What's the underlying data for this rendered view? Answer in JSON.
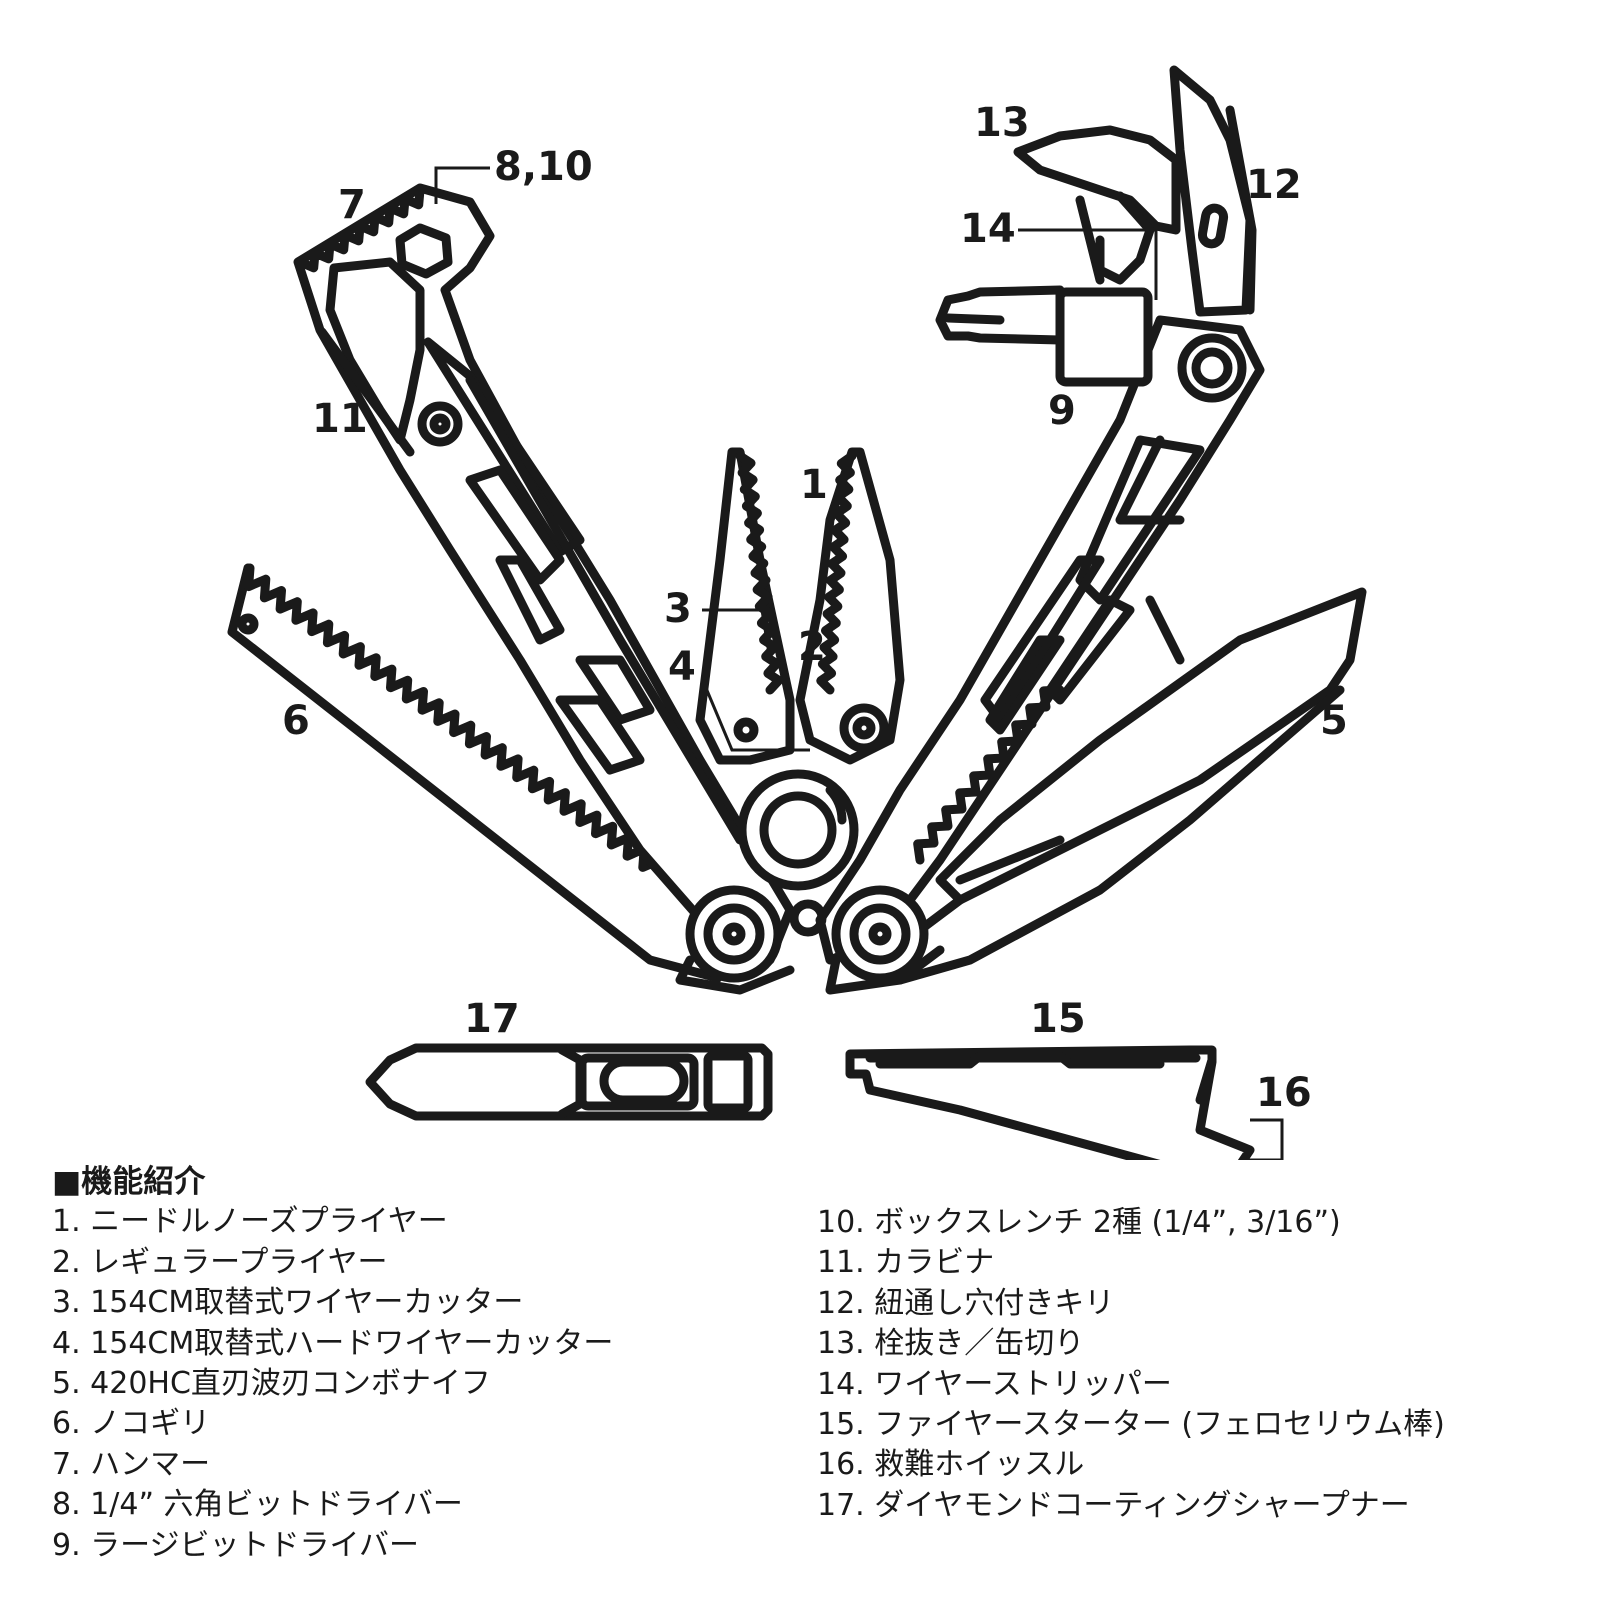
{
  "callouts": {
    "c1": "1",
    "c2": "2",
    "c3": "3",
    "c4": "4",
    "c5": "5",
    "c6": "6",
    "c7": "7",
    "c8_10": "8,10",
    "c9": "9",
    "c11": "11",
    "c12": "12",
    "c13": "13",
    "c14": "14",
    "c15": "15",
    "c16": "16",
    "c17": "17"
  },
  "legend": {
    "title": "■機能紹介",
    "items_left": [
      "1. ニードルノーズプライヤー",
      "2. レギュラープライヤー",
      "3. 154CM取替式ワイヤーカッター",
      "4. 154CM取替式ハードワイヤーカッター",
      "5. 420HC直刃波刃コンボナイフ",
      "6. ノコギリ",
      "7. ハンマー",
      "8. 1/4” 六角ビットドライバー",
      "9. ラージビットドライバー"
    ],
    "items_right": [
      "10. ボックスレンチ 2種 (1/4”, 3/16”)",
      "11. カラビナ",
      "12. 紐通し穴付きキリ",
      "13. 栓抜き／缶切り",
      "14. ワイヤーストリッパー",
      "15. ファイヤースターター (フェロセリウム棒)",
      "16. 救難ホイッスル",
      "17. ダイヤモンドコーティングシャープナー"
    ]
  }
}
